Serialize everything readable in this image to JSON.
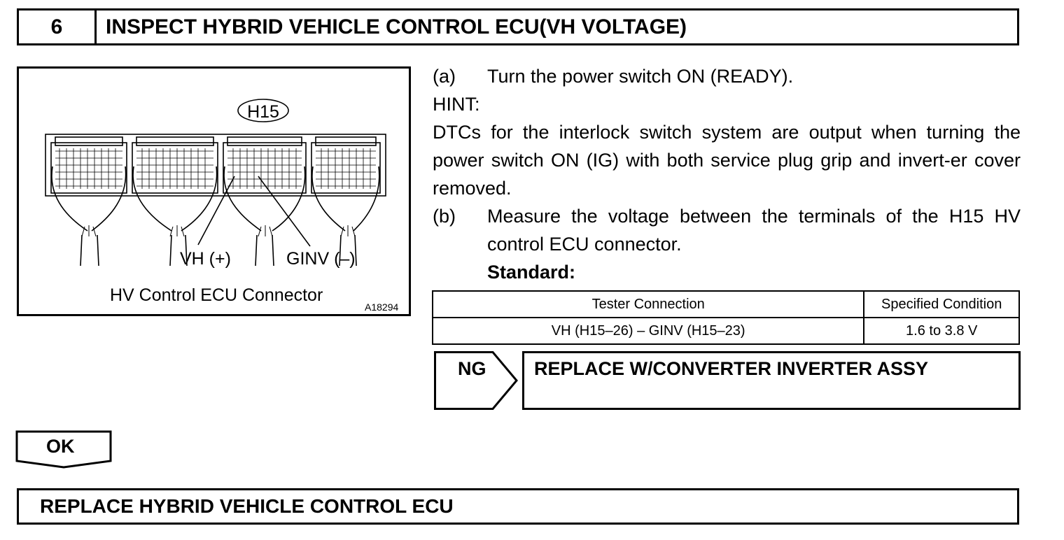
{
  "step": {
    "number": "6",
    "title": "INSPECT HYBRID VEHICLE CONTROL ECU(VH VOLTAGE)"
  },
  "figure": {
    "connector_tag": "H15",
    "label_vh": "VH (+)",
    "label_ginv": "GINV (–)",
    "caption": "HV Control ECU Connector",
    "figure_id": "A18294"
  },
  "instructions": {
    "a": {
      "marker": "(a)",
      "text": "Turn the power switch ON (READY)."
    },
    "hint_label": "HINT:",
    "hint_text": "DTCs for the interlock switch system are output when turning the power switch ON (IG) with both service plug grip and invert-er cover removed.",
    "b": {
      "marker": "(b)",
      "text": "Measure the voltage between the terminals of the H15 HV control ECU connector."
    },
    "standard_label": "Standard:"
  },
  "spec_table": {
    "headers": [
      "Tester Connection",
      "Specified Condition"
    ],
    "rows": [
      [
        "VH (H15–26) – GINV (H15–23)",
        "1.6 to 3.8 V"
      ]
    ]
  },
  "ng": {
    "label": "NG",
    "action": "REPLACE W/CONVERTER INVERTER ASSY"
  },
  "ok": {
    "label": "OK"
  },
  "final_action": "REPLACE HYBRID VEHICLE CONTROL ECU"
}
